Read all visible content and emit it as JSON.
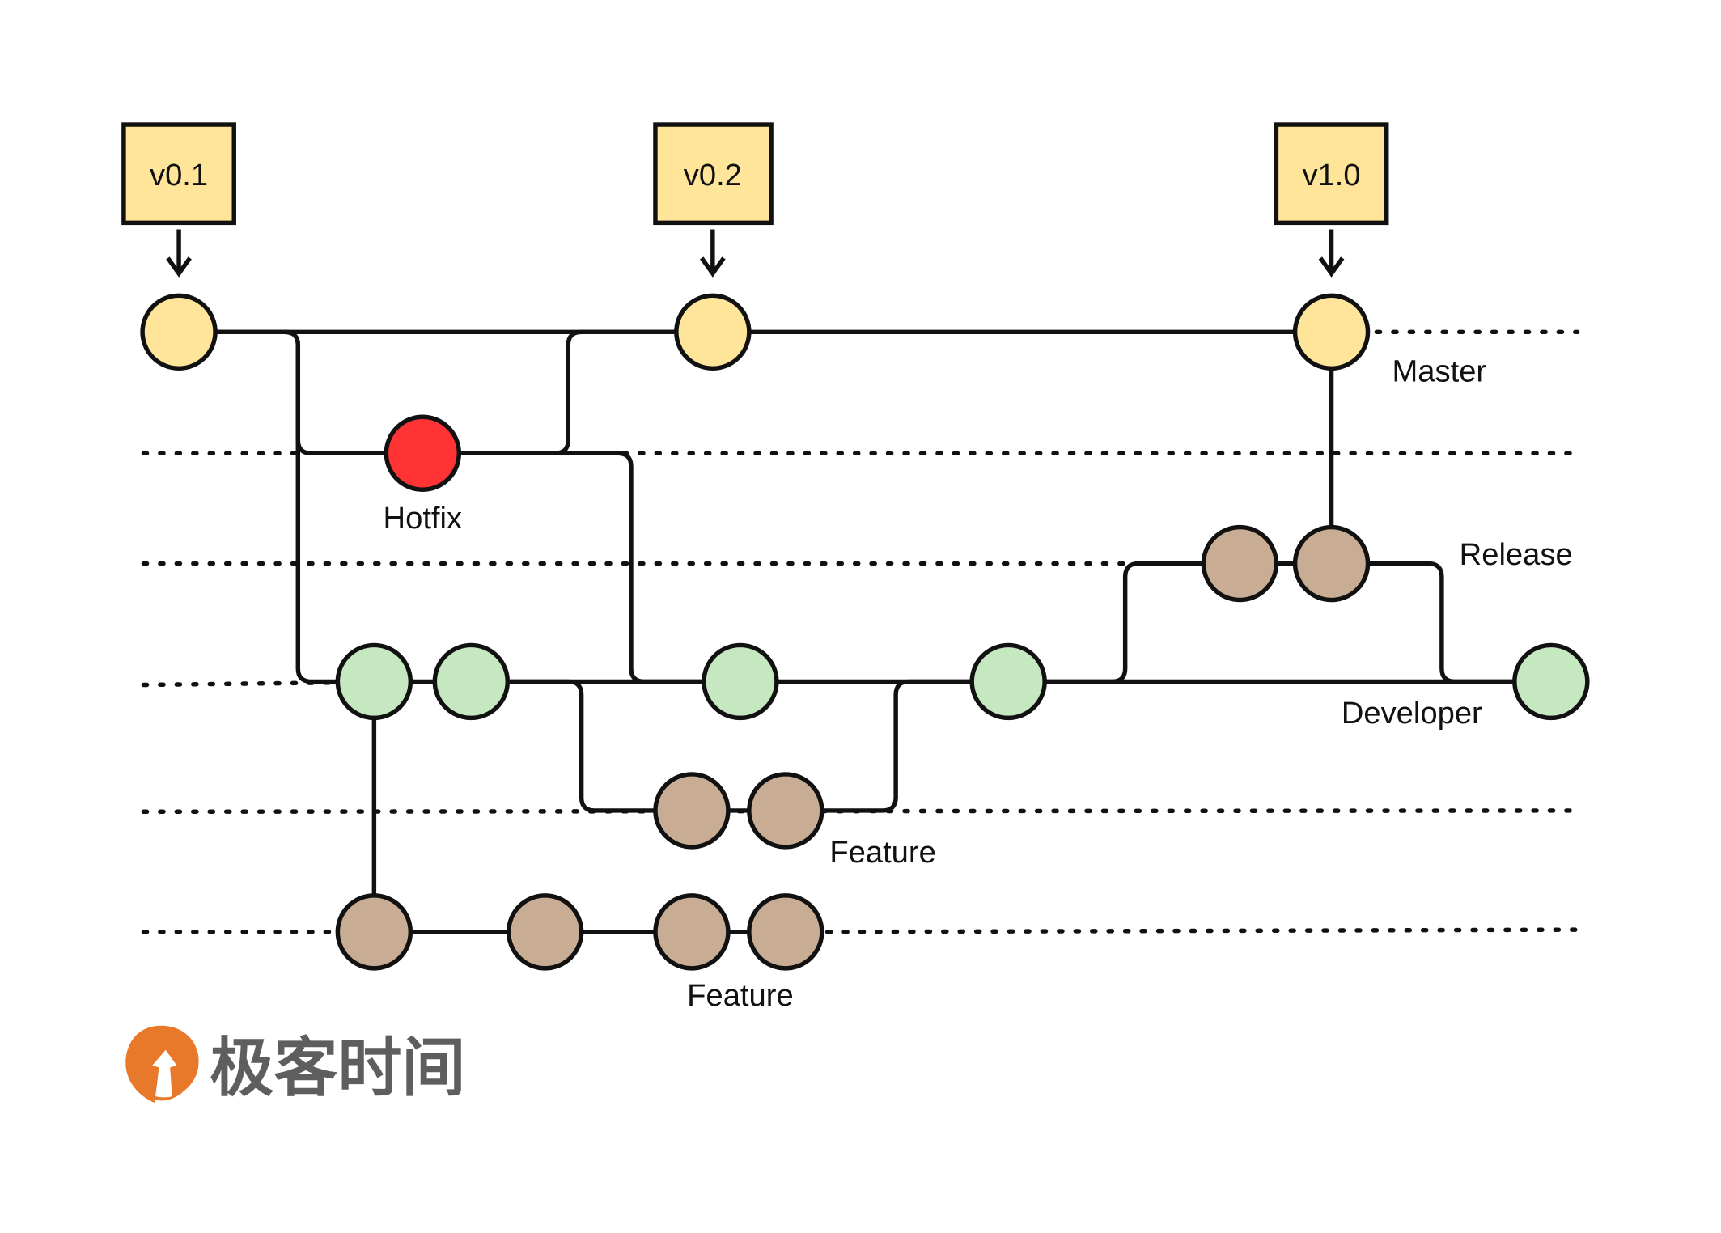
{
  "tags": [
    "v0.1",
    "v0.2",
    "v1.0"
  ],
  "branches": {
    "master": "Master",
    "hotfix": "Hotfix",
    "release": "Release",
    "developer": "Developer",
    "feature1": "Feature",
    "feature2": "Feature"
  },
  "colors": {
    "master": "#FFE599",
    "hotfix": "#FF3333",
    "developer": "#C5E8C0",
    "feature_release": "#C8AD94",
    "tag": "#FFE599",
    "logo": "#E8782A"
  },
  "logo": {
    "text": "极客时间"
  }
}
